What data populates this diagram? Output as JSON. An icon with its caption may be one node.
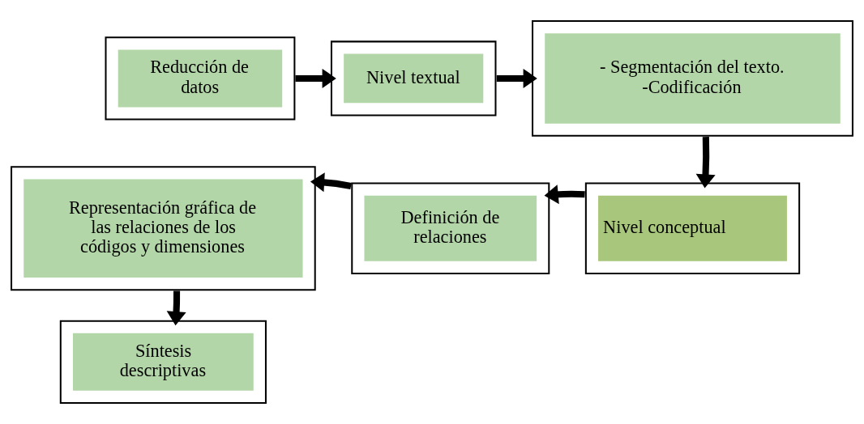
{
  "diagram": {
    "nodes": [
      {
        "text": [
          "Reducción de datos"
        ]
      },
      {
        "text": [
          "Nivel textual"
        ]
      },
      {
        "text": [
          "- Segmentación del texto.",
          "-Codificación"
        ]
      },
      {
        "text": [
          "Nivel conceptual"
        ]
      },
      {
        "text": [
          "Definición de relaciones"
        ]
      },
      {
        "text": [
          "Representación gráfica de las relaciones de los códigos y dimensiones"
        ]
      },
      {
        "text": [
          "Síntesis descriptivas"
        ]
      }
    ],
    "edges": [
      {
        "from": 0,
        "to": 1,
        "arrow": "to"
      },
      {
        "from": 1,
        "to": 2,
        "arrow": "to"
      },
      {
        "from": 2,
        "to": 3,
        "arrow": "to"
      },
      {
        "from": 3,
        "to": 4,
        "arrow": "to"
      },
      {
        "from": 4,
        "to": 5,
        "arrow": "to"
      },
      {
        "from": 5,
        "to": 6,
        "arrow": "to"
      }
    ]
  }
}
